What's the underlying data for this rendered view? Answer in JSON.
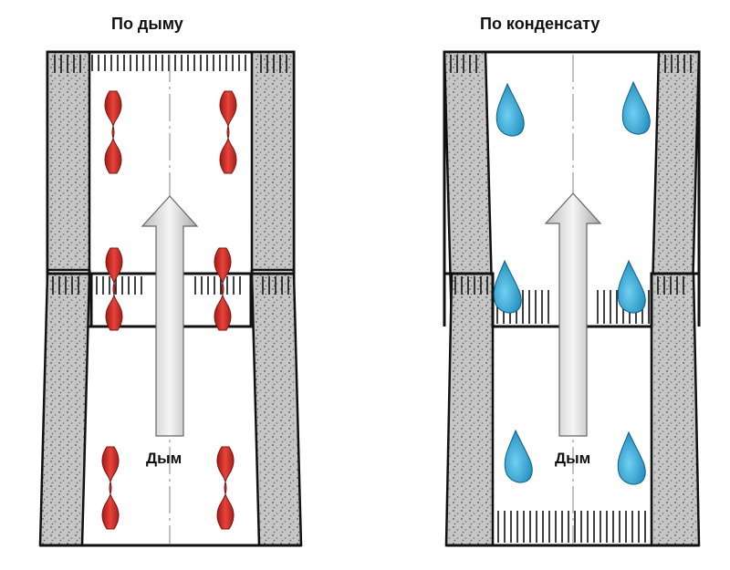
{
  "diagrams": [
    {
      "title": "По дыму",
      "label": "Дым",
      "marker": "heat-wave-icon"
    },
    {
      "title": "По конденсату",
      "label": "Дым",
      "marker": "water-drop-icon"
    }
  ],
  "colors": {
    "wall_fill": "#c8c8c8",
    "outline": "#111111",
    "heat": "#d8312b",
    "drop": "#1f94c6",
    "arrow": "#e3e3e3"
  }
}
